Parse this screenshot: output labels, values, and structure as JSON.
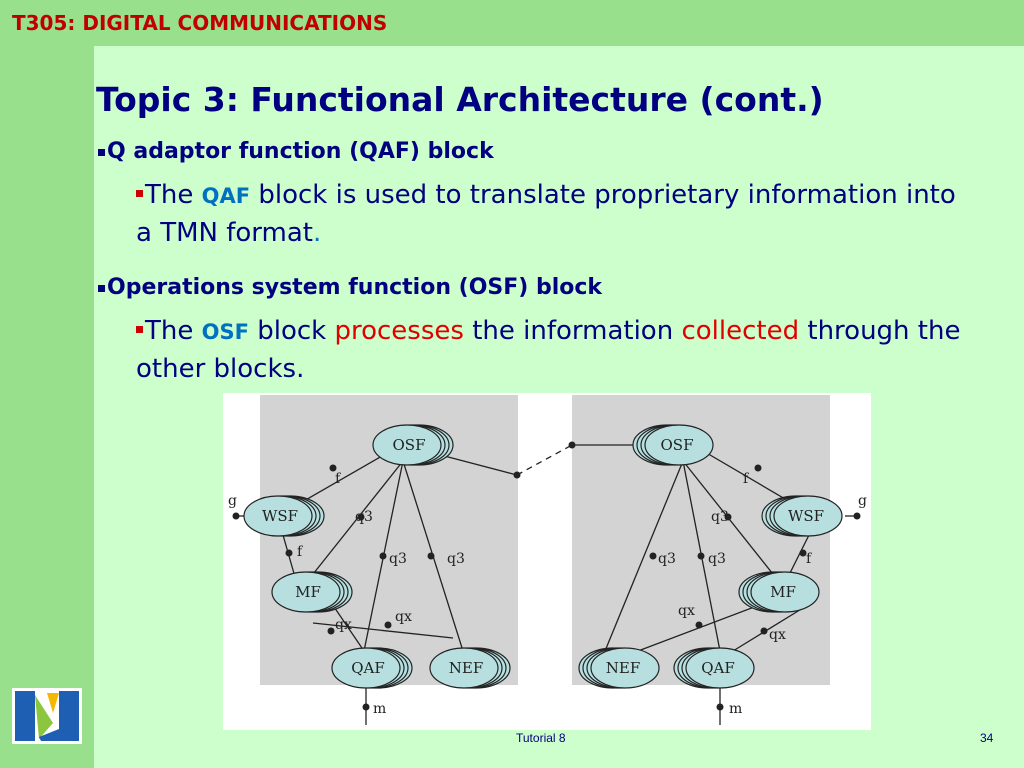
{
  "header": {
    "title": "T305: DIGITAL COMMUNICATIONS"
  },
  "slide": {
    "title": "Topic 3: Functional Architecture (cont.)",
    "bullets": [
      {
        "heading": "Q adaptor function (QAF) block",
        "sub": {
          "pre": "The ",
          "kw": "QAF",
          "rest": " block is used to translate proprietary information into a TMN format",
          "dot": "."
        }
      },
      {
        "heading": "Operations system function (OSF) block",
        "sub": {
          "pre": "The ",
          "kw": "OSF",
          "mid1": " block ",
          "red1": "processes",
          "mid2": " the information ",
          "red2": "collected",
          "rest": " through the other blocks."
        }
      }
    ]
  },
  "diagram": {
    "nodes": {
      "osf": "OSF",
      "wsf": "WSF",
      "mf": "MF",
      "qaf": "QAF",
      "nef": "NEF"
    },
    "refs": {
      "f": "f",
      "g": "g",
      "q3": "q3",
      "qx": "qx",
      "m": "m"
    }
  },
  "footer": {
    "center": "Tutorial 8",
    "page": "34"
  },
  "colors": {
    "header_bg": "#99e08c",
    "slide_bg": "#ccffcc",
    "title": "#000080",
    "accent_red": "#c00000",
    "keyword_blue": "#0070c0",
    "node_fill": "#b7dfe0"
  }
}
